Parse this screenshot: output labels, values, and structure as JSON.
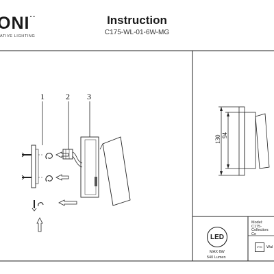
{
  "brand": {
    "name": "ONI",
    "tagline": "ATIVE LIGHTING"
  },
  "header": {
    "title": "Instruction",
    "code": "C175-WL-01-6W-MG"
  },
  "callouts": [
    "1",
    "2",
    "3"
  ],
  "dimensions": {
    "height_outer": "130",
    "height_inner": "94"
  },
  "spec": {
    "led_label": "LED",
    "power": "MAX 6W",
    "lumen": "540 Lumen",
    "model": "Model: C175-",
    "collection": "Collection: Ce",
    "ip_label": "IP20",
    "wall_label": "Wal"
  }
}
